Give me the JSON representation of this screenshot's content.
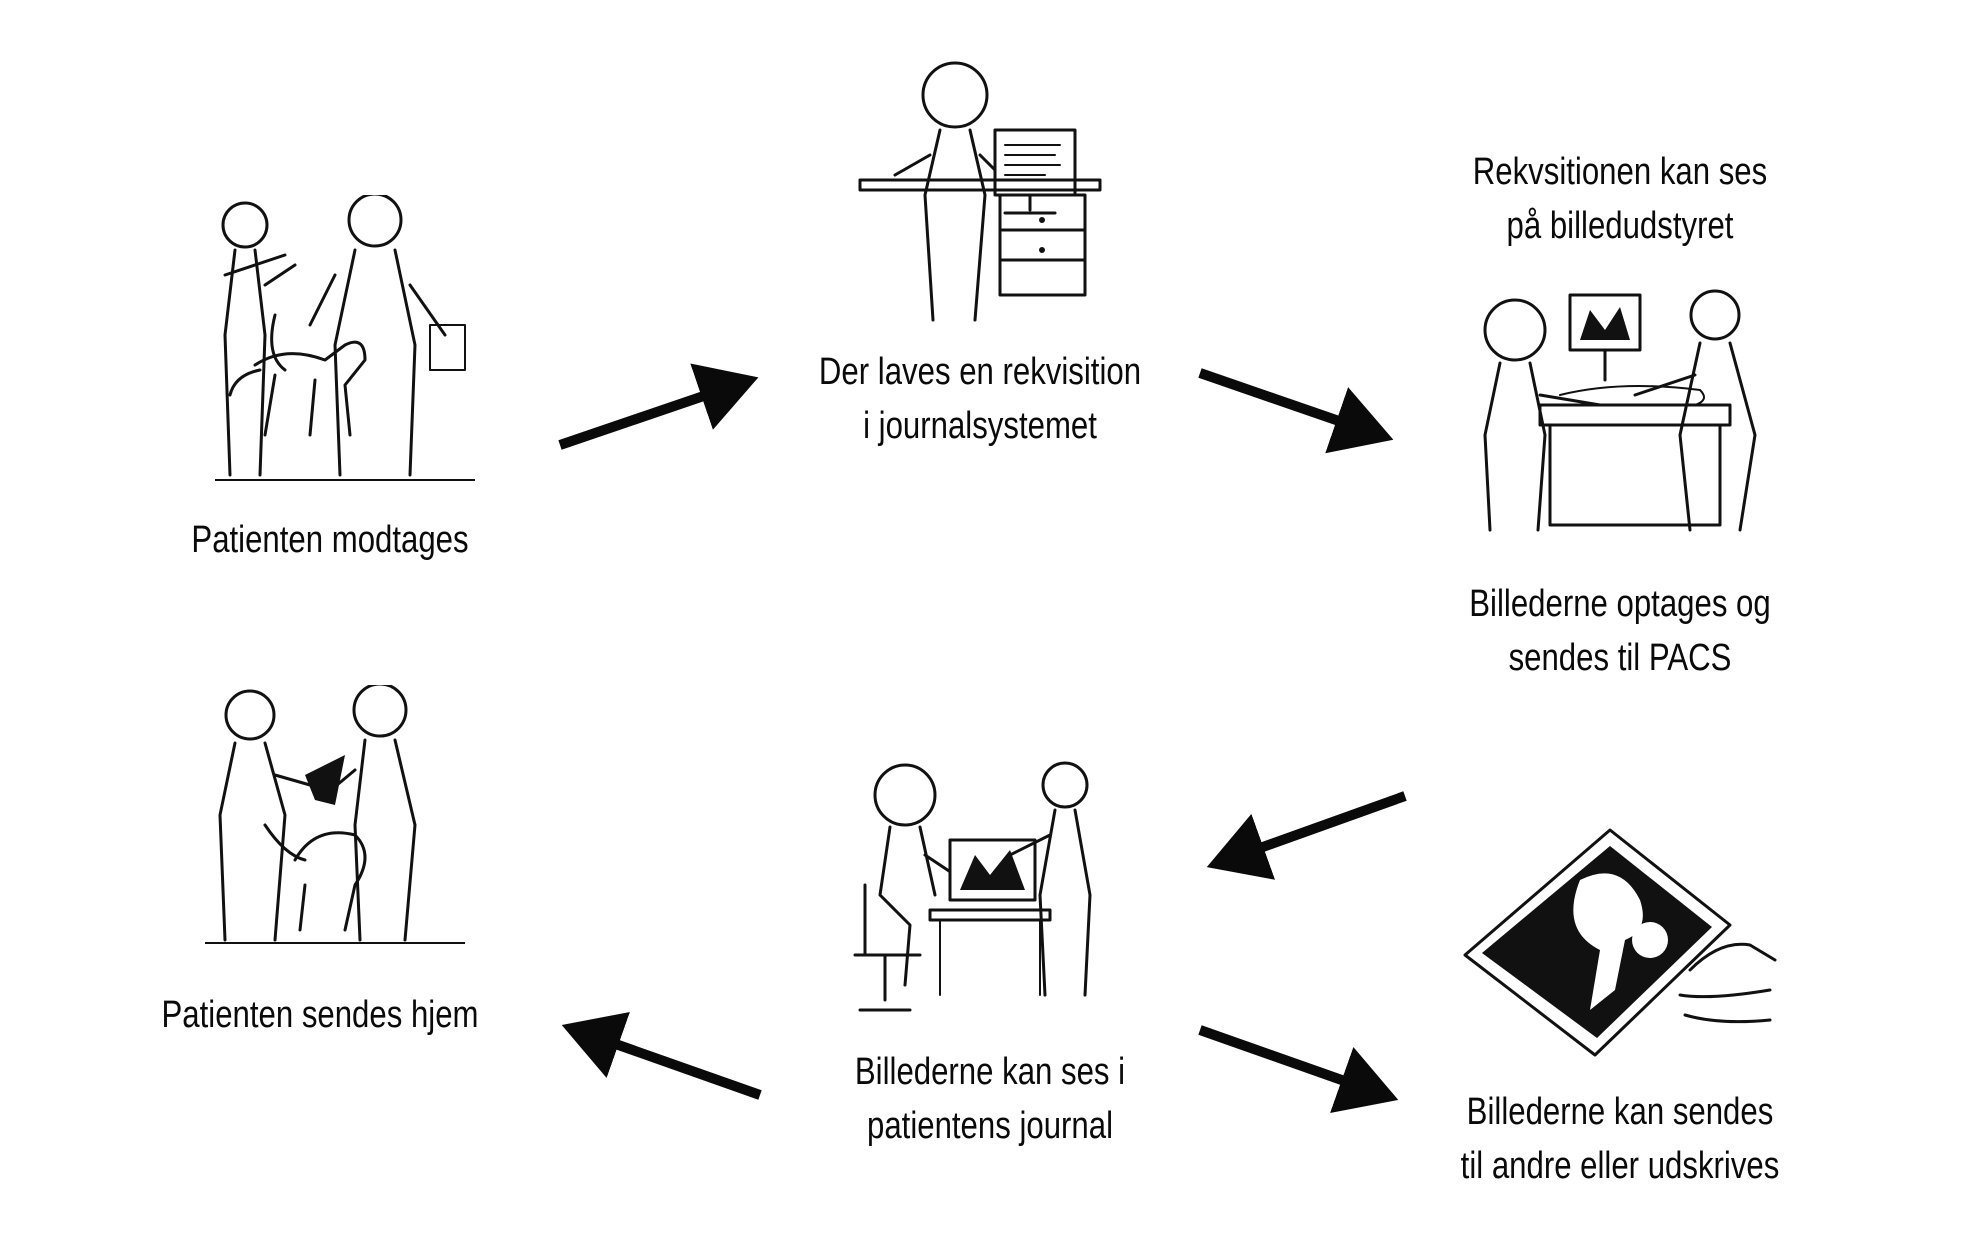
{
  "steps": [
    {
      "id": "receive",
      "lines": [
        "Patienten modtages"
      ]
    },
    {
      "id": "requisition",
      "lines": [
        "Der laves en rekvisition",
        "i journalsystemet"
      ]
    },
    {
      "id": "req-visible",
      "lines": [
        "Rekvsitionen kan ses",
        "på billedudstyret"
      ]
    },
    {
      "id": "record",
      "lines": [
        "Billederne optages og",
        "sendes til PACS"
      ]
    },
    {
      "id": "view",
      "lines": [
        "Billederne kan ses i",
        "patientens journal"
      ]
    },
    {
      "id": "send",
      "lines": [
        "Billederne kan sendes",
        "til andre eller udskrives"
      ]
    },
    {
      "id": "home",
      "lines": [
        "Patienten sendes hjem"
      ]
    }
  ],
  "arrows": [
    {
      "from": "receive",
      "to": "requisition"
    },
    {
      "from": "requisition",
      "to": "record"
    },
    {
      "from": "record",
      "to": "view"
    },
    {
      "from": "view",
      "to": "send"
    },
    {
      "from": "view",
      "to": "home"
    }
  ]
}
